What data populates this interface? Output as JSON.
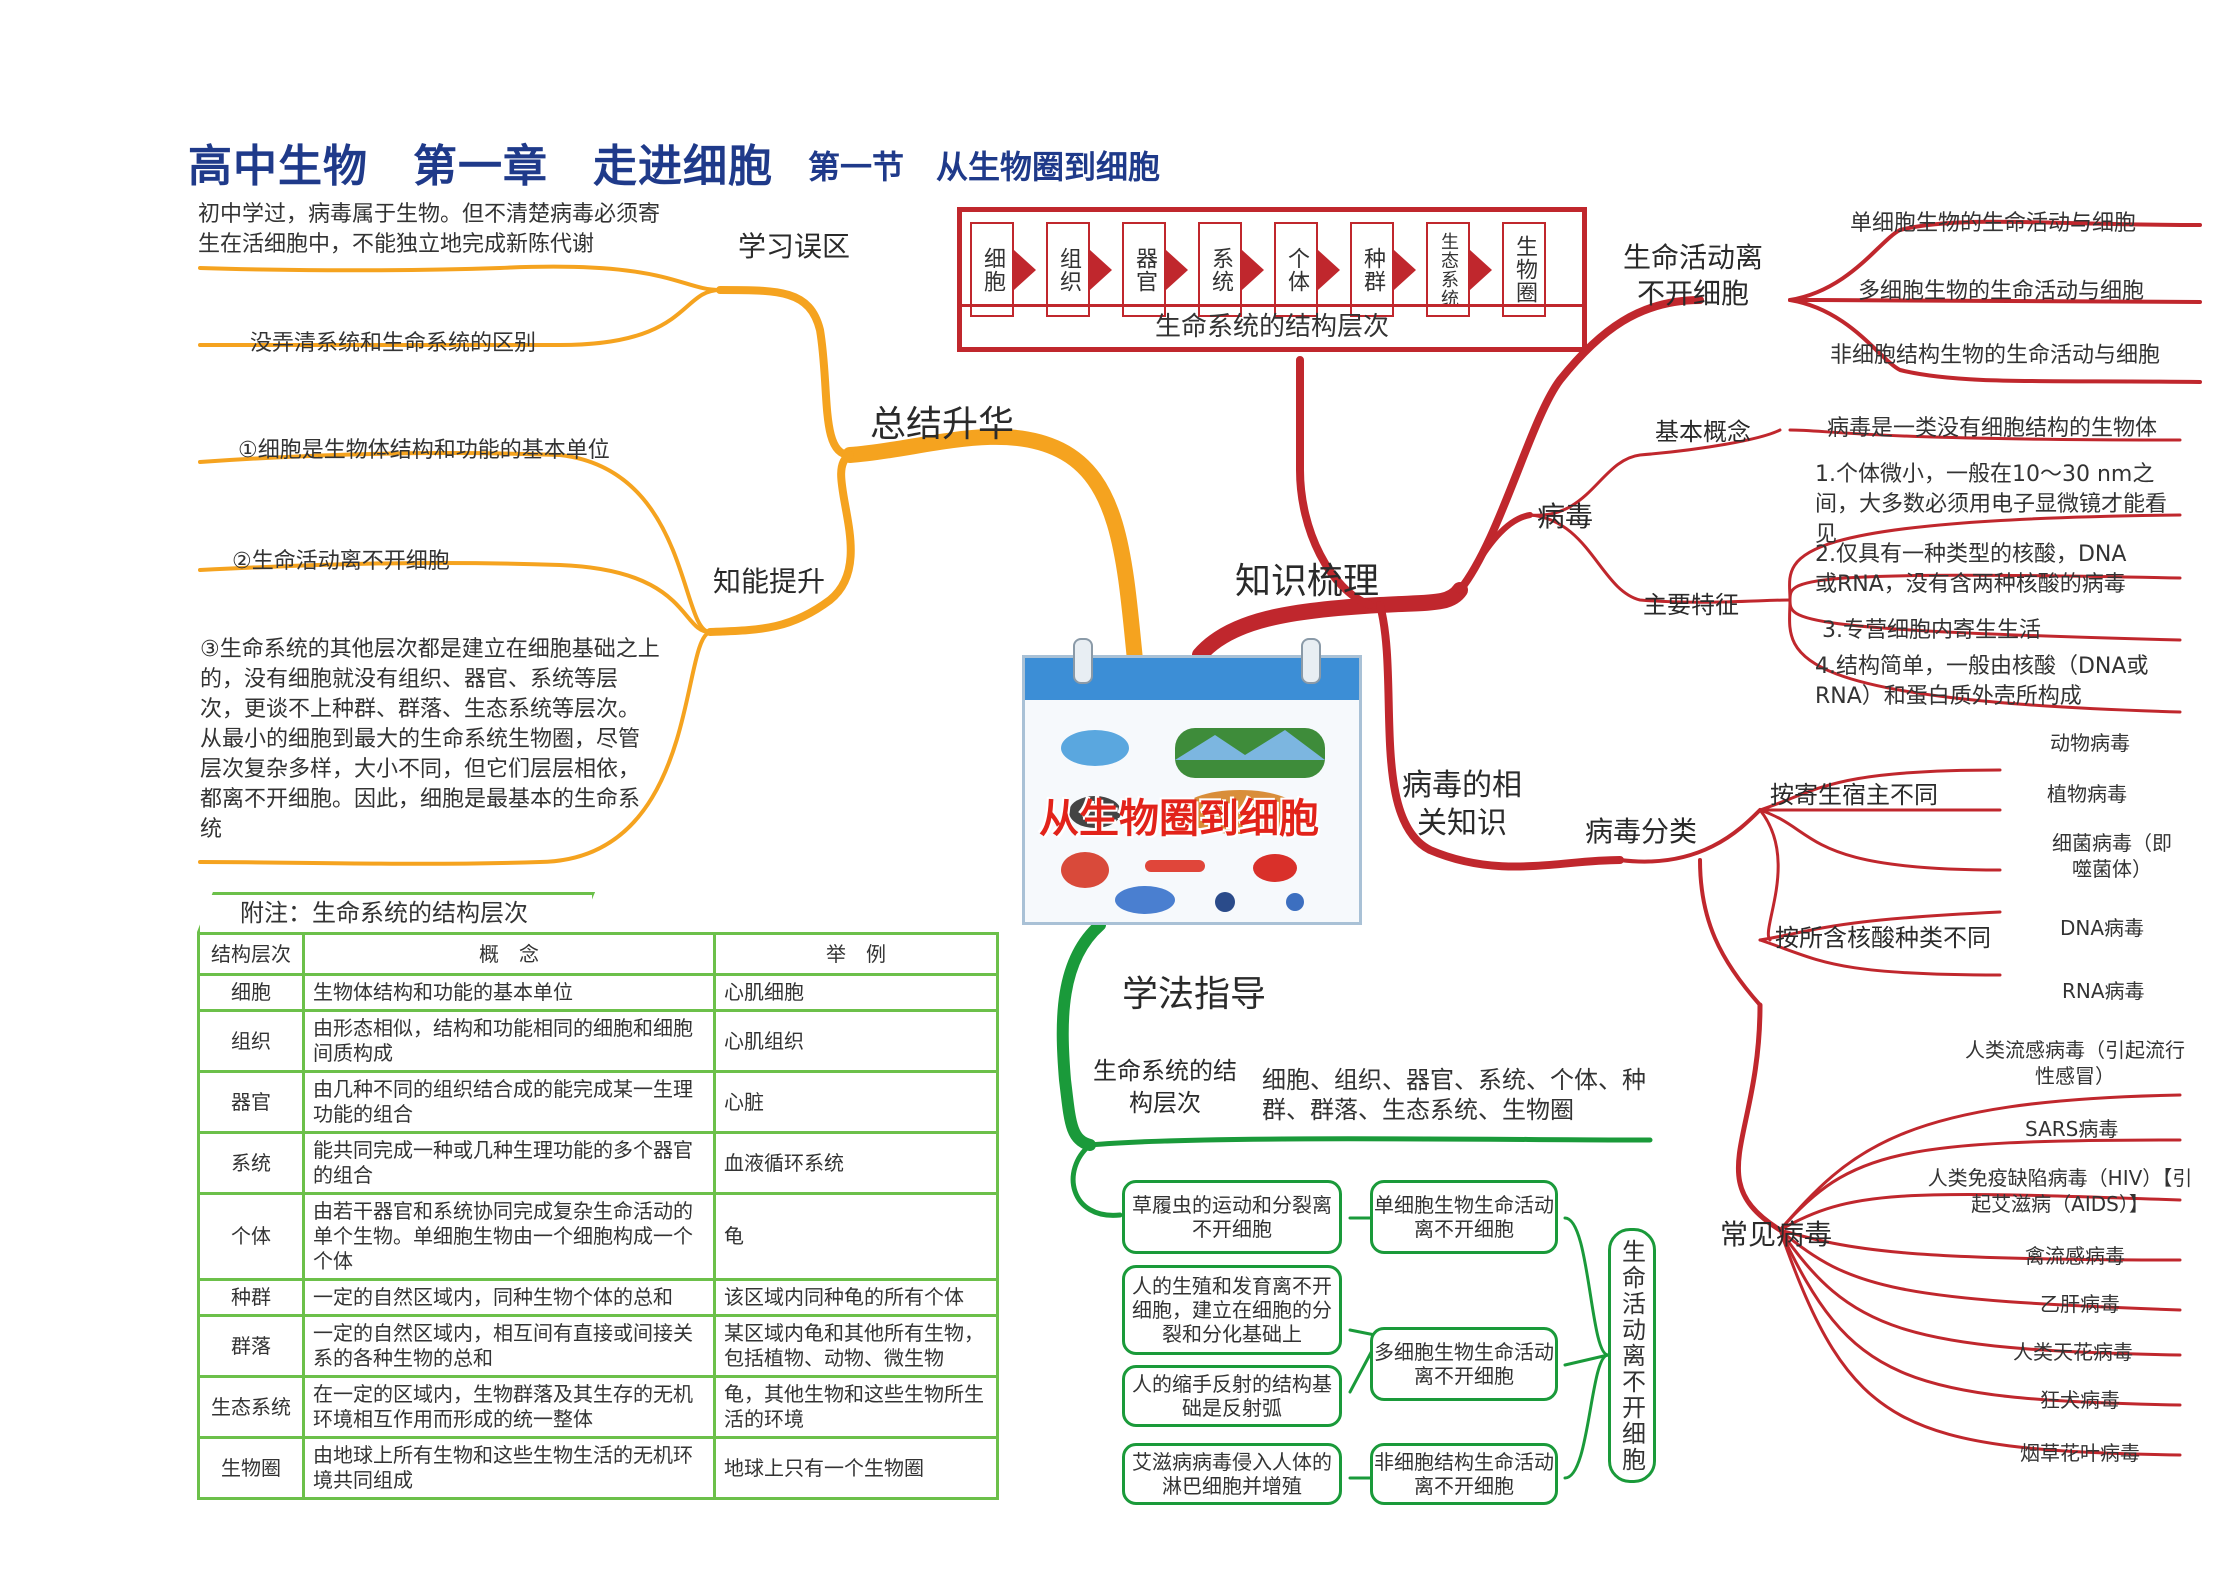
{
  "title": {
    "main": "高中生物　第一章　走进细胞",
    "sub": "第一节　从生物圈到细胞"
  },
  "center": {
    "label": "从生物圈到细胞"
  },
  "hierarchy_chain": {
    "levels": [
      "细胞",
      "组织",
      "器官",
      "系统",
      "个体",
      "种群",
      "生态系统",
      "生物圈"
    ],
    "label": "生命系统的结构层次"
  },
  "summary": {
    "label": "总结升华",
    "misconceptions": {
      "label": "学习误区",
      "items": [
        "初中学过，病毒属于生物。但不清楚病毒必须寄生在活细胞中，不能独立地完成新陈代谢",
        "没弄清系统和生命系统的区别"
      ]
    },
    "improvement": {
      "label": "知能提升",
      "items": [
        "①细胞是生物体结构和功能的基本单位",
        "②生命活动离不开细胞",
        "③生命系统的其他层次都是建立在细胞基础之上的，没有细胞就没有组织、器官、系统等层次，更谈不上种群、群落、生态系统等层次。从最小的细胞到最大的生命系统生物圈，尽管层次复杂多样，大小不同，但它们层层相依，都离不开细胞。因此，细胞是最基本的生命系统"
      ]
    }
  },
  "knowledge": {
    "label": "知识梳理",
    "life_activity": {
      "label": "生命活动离不开细胞",
      "items": [
        "单细胞生物的生命活动与细胞",
        "多细胞生物的生命活动与细胞",
        "非细胞结构生物的生命活动与细胞"
      ]
    },
    "virus": {
      "label": "病毒",
      "concept_label": "基本概念",
      "concept": "病毒是一类没有细胞结构的生物体",
      "features_label": "主要特征",
      "features": [
        "1.个体微小，一般在10～30 nm之间，大多数必须用电子显微镜才能看见",
        "2.仅具有一种类型的核酸，DNA或RNA，没有含两种核酸的病毒",
        "3.专营细胞内寄生生活",
        "4.结构简单，一般由核酸（DNA或RNA）和蛋白质外壳所构成"
      ]
    },
    "virus_related": {
      "label": "病毒的相关知识",
      "classification": {
        "label": "病毒分类",
        "by_host": {
          "label": "按寄生宿主不同",
          "items": [
            "动物病毒",
            "植物病毒",
            "细菌病毒（即噬菌体）"
          ]
        },
        "by_nucleic": {
          "label": "按所含核酸种类不同",
          "items": [
            "DNA病毒",
            "RNA病毒"
          ]
        }
      },
      "common": {
        "label": "常见病毒",
        "items": [
          "人类流感病毒（引起流行性感冒）",
          "SARS病毒",
          "人类免疫缺陷病毒（HIV）【引起艾滋病（AIDS）】",
          "禽流感病毒",
          "乙肝病毒",
          "人类天花病毒",
          "狂犬病毒",
          "烟草花叶病毒"
        ]
      }
    }
  },
  "method": {
    "label": "学法指导",
    "structure_label": "生命系统的结构层次",
    "structure_text": "细胞、组织、器官、系统、个体、种群、群落、生态系统、生物圈",
    "examples": [
      "草履虫的运动和分裂离不开细胞",
      "人的生殖和发育离不开细胞，建立在细胞的分裂和分化基础上",
      "人的缩手反射的结构基础是反射弧",
      "艾滋病病毒侵入人体的淋巴细胞并增殖"
    ],
    "groups": [
      "单细胞生物生命活动离不开细胞",
      "多细胞生物生命活动离不开细胞",
      "非细胞结构生命活动离不开细胞"
    ],
    "conclusion": "生命活动离不开细胞"
  },
  "appendix": {
    "title": "附注：生命系统的结构层次",
    "headers": [
      "结构层次",
      "概　念",
      "举　例"
    ],
    "rows": [
      {
        "level": "细胞",
        "concept": "生物体结构和功能的基本单位",
        "example": "心肌细胞"
      },
      {
        "level": "组织",
        "concept": "由形态相似，结构和功能相同的细胞和细胞间质构成",
        "example": "心肌组织"
      },
      {
        "level": "器官",
        "concept": "由几种不同的组织结合成的能完成某一生理功能的组合",
        "example": "心脏"
      },
      {
        "level": "系统",
        "concept": "能共同完成一种或几种生理功能的多个器官的组合",
        "example": "血液循环系统"
      },
      {
        "level": "个体",
        "concept": "由若干器官和系统协同完成复杂生命活动的单个生物。单细胞生物由一个细胞构成一个个体",
        "example": "龟"
      },
      {
        "level": "种群",
        "concept": "一定的自然区域内，同种生物个体的总和",
        "example": "该区域内同种龟的所有个体"
      },
      {
        "level": "群落",
        "concept": "一定的自然区域内，相互间有直接或间接关系的各种生物的总和",
        "example": "某区域内龟和其他所有生物，包括植物、动物、微生物"
      },
      {
        "level": "生态系统",
        "concept": "在一定的区域内，生物群落及其生存的无机环境相互作用而形成的统一整体",
        "example": "龟，其他生物和这些生物所生活的环境"
      },
      {
        "level": "生物圈",
        "concept": "由地球上所有生物和这些生物生活的无机环境共同组成",
        "example": "地球上只有一个生物圈"
      }
    ]
  },
  "colors": {
    "orange": "#f5a31f",
    "red": "#c0272d",
    "green": "#1a9a3a",
    "title": "#1f3a8a",
    "table_border": "#6cc04a"
  }
}
